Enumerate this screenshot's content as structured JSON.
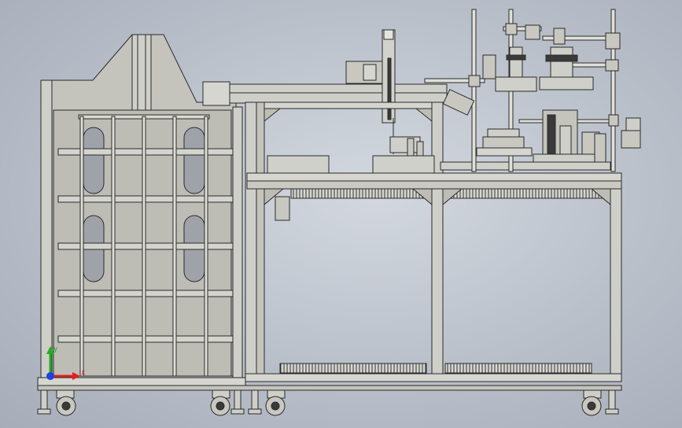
{
  "viewport": {
    "name": "cad-3d-viewport",
    "background_colors": [
      "#d3d8e0",
      "#a6adb9"
    ]
  },
  "model": {
    "frame_color": "#c9c9c3",
    "panel_color": "#c2c2bb",
    "outline_color": "#2a2a2a",
    "window_color": "#a8acb2"
  },
  "triad": {
    "x_label": "x",
    "y_label": "y",
    "x_color": "#e02020",
    "y_color": "#20b020",
    "origin_color": "#2040e0"
  }
}
